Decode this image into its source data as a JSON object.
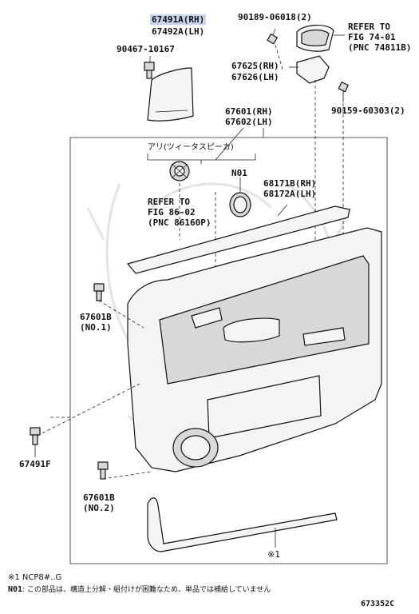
{
  "labels": {
    "p67491a": "67491A(RH)",
    "p67492a": "67492A(LH)",
    "p90467": "90467-10167",
    "p90189": "90189-06018(2)",
    "refer74_1": "REFER TO",
    "refer74_2": "FIG 74-01",
    "refer74_3": "(PNC 74811B)",
    "p67625": "67625(RH)",
    "p67626": "67626(LH)",
    "p90159": "90159-60303(2)",
    "p67601rh": "67601(RH)",
    "p67602lh": "67602(LH)",
    "ari": "アリ(ツィータスピーカ)",
    "n01": "N01",
    "p68171b": "68171B(RH)",
    "p68172a": "68172A(LH)",
    "refer86_1": "REFER TO",
    "refer86_2": "FIG 86-02",
    "refer86_3": "(PNC 86160P)",
    "p67601b_1": "67601B",
    "no1": "(NO.1)",
    "p67491f": "67491F",
    "p67601b_2": "67601B",
    "no2": "(NO.2)",
    "mark1": "※1"
  },
  "footnotes": {
    "note1": "※1  NCP8#..G",
    "note2_key": "N01",
    "note2_text": ": この部品は、構造上分解・組付けが困難なため、単品では補給していません"
  },
  "diagram_id": "673352C",
  "colors": {
    "highlight": "#c9d3ee",
    "line": "#111111"
  }
}
